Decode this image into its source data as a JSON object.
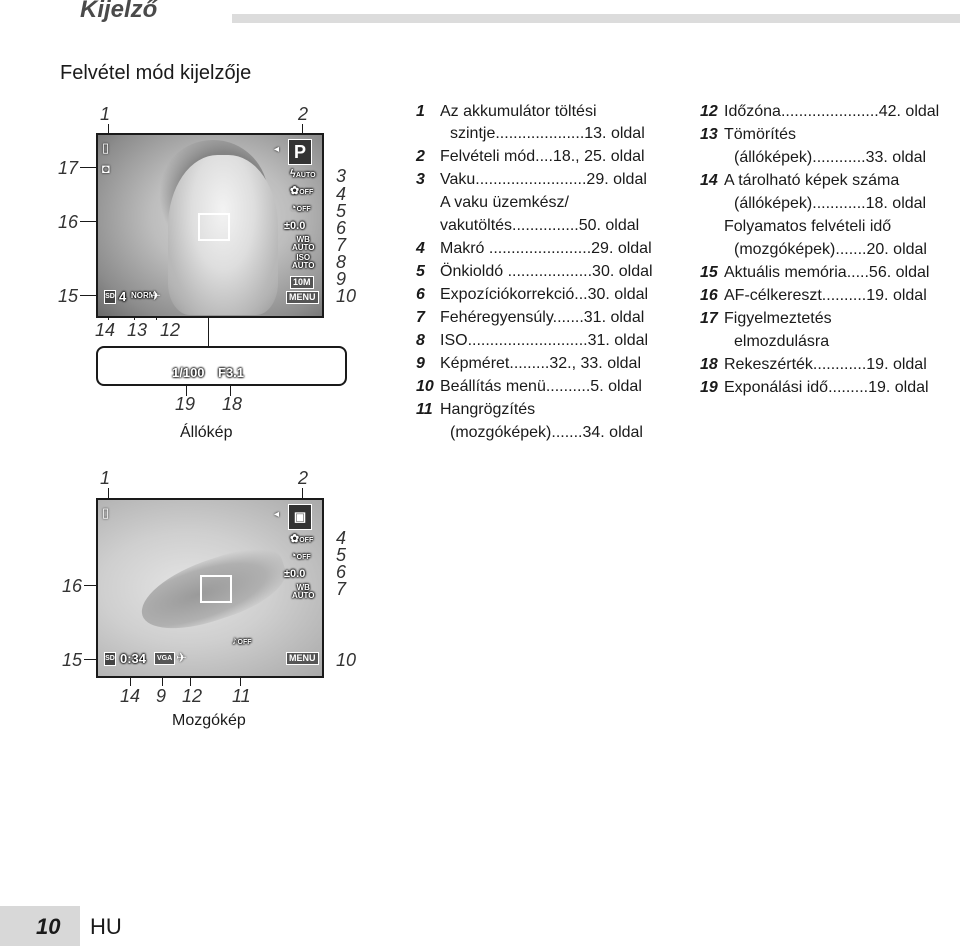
{
  "header": {
    "title": "Kijelző"
  },
  "section_title": "Felvétel mód kijelzője",
  "still_screen": {
    "caption": "Állókép",
    "callouts": [
      "1",
      "2",
      "3",
      "4",
      "5",
      "6",
      "7",
      "8",
      "9",
      "10",
      "12",
      "13",
      "14",
      "15",
      "16",
      "17",
      "18",
      "19"
    ],
    "osd": {
      "mode": "P",
      "flash": "AUTO",
      "macro": "OFF",
      "selftimer": "OFF",
      "exposure": "±0.0",
      "wb_top": "WB",
      "wb_bottom": "AUTO",
      "iso_top": "ISO",
      "iso_bottom": "AUTO",
      "image_size": "10M",
      "menu": "MENU",
      "sd": "SD",
      "remaining": "4",
      "compression": "NORM",
      "shutter": "1/100",
      "aperture": "F3.1"
    }
  },
  "movie_screen": {
    "caption": "Mozgókép",
    "callouts": [
      "1",
      "2",
      "4",
      "5",
      "6",
      "7",
      "9",
      "10",
      "11",
      "12",
      "14",
      "15",
      "16"
    ],
    "osd": {
      "macro": "OFF",
      "selftimer": "OFF",
      "exposure": "±0.0",
      "wb_top": "WB",
      "wb_bottom": "AUTO",
      "sound": "OFF",
      "sd": "SD",
      "time": "0:34",
      "size": "VGA",
      "menu": "MENU"
    }
  },
  "legend": {
    "col1": [
      {
        "num": "1",
        "text": "Az akkumulátor töltési",
        "cont": [
          "szintje....................13. oldal"
        ]
      },
      {
        "num": "2",
        "text": "Felvételi mód....18., 25. oldal"
      },
      {
        "num": "3",
        "text": "Vaku.........................29. oldal",
        "cont": [
          "A vaku üzemkész/",
          "vakutöltés...............50. oldal"
        ]
      },
      {
        "num": "4",
        "text": "Makró .......................29. oldal"
      },
      {
        "num": "5",
        "text": "Önkioldó ...................30. oldal"
      },
      {
        "num": "6",
        "text": "Expozíciókorrekció...30. oldal"
      },
      {
        "num": "7",
        "text": "Fehéregyensúly.......31. oldal"
      },
      {
        "num": "8",
        "text": "ISO...........................31. oldal"
      },
      {
        "num": "9",
        "text": "Képméret.........32., 33. oldal"
      },
      {
        "num": "10",
        "text": "Beállítás menü..........5. oldal"
      },
      {
        "num": "11",
        "text": "Hangrögzítés",
        "cont": [
          "(mozgóképek).......34. oldal"
        ]
      }
    ],
    "col2": [
      {
        "num": "12",
        "text": "Időzóna......................42. oldal"
      },
      {
        "num": "13",
        "text": "Tömörítés",
        "cont": [
          "(állóképek)............33. oldal"
        ]
      },
      {
        "num": "14",
        "text": "A tárolható képek száma",
        "cont": [
          "(állóképek)............18. oldal",
          "Folyamatos felvételi idő",
          "(mozgóképek).......20. oldal"
        ]
      },
      {
        "num": "15",
        "text": "Aktuális memória.....56. oldal"
      },
      {
        "num": "16",
        "text": "AF-célkereszt..........19. oldal"
      },
      {
        "num": "17",
        "text": "Figyelmeztetés",
        "cont": [
          "elmozdulásra"
        ]
      },
      {
        "num": "18",
        "text": "Rekeszérték............19. oldal"
      },
      {
        "num": "19",
        "text": "Exponálási idő.........19. oldal"
      }
    ]
  },
  "footer": {
    "page_number": "10",
    "language": "HU"
  }
}
